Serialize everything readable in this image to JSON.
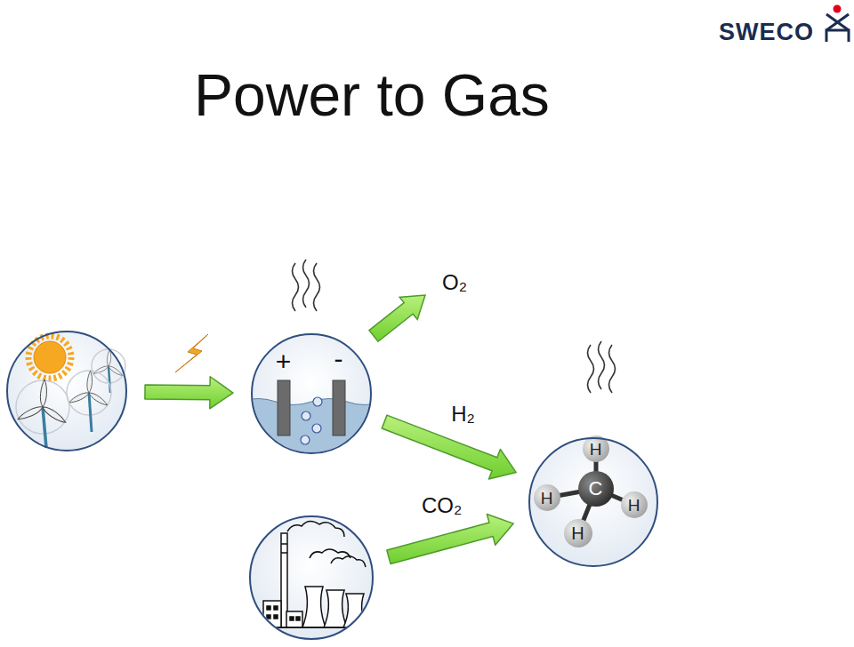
{
  "diagram": {
    "title": "Power to Gas",
    "nodes": [
      {
        "text": []
      },
      {
        "text": [
          "+",
          "-"
        ]
      },
      {
        "text": [
          "H",
          "C",
          "H",
          "H",
          "H"
        ]
      },
      {
        "text": []
      }
    ],
    "edges": [
      {
        "from": 0,
        "to": 1,
        "arrow": "to"
      },
      {
        "from": 1,
        "to": 2,
        "label": "H₂",
        "arrow": "to"
      },
      {
        "from": 3,
        "to": 2,
        "label": "CO₂",
        "arrow": "to"
      }
    ],
    "labels": [
      "SWECO",
      "O₂"
    ]
  }
}
